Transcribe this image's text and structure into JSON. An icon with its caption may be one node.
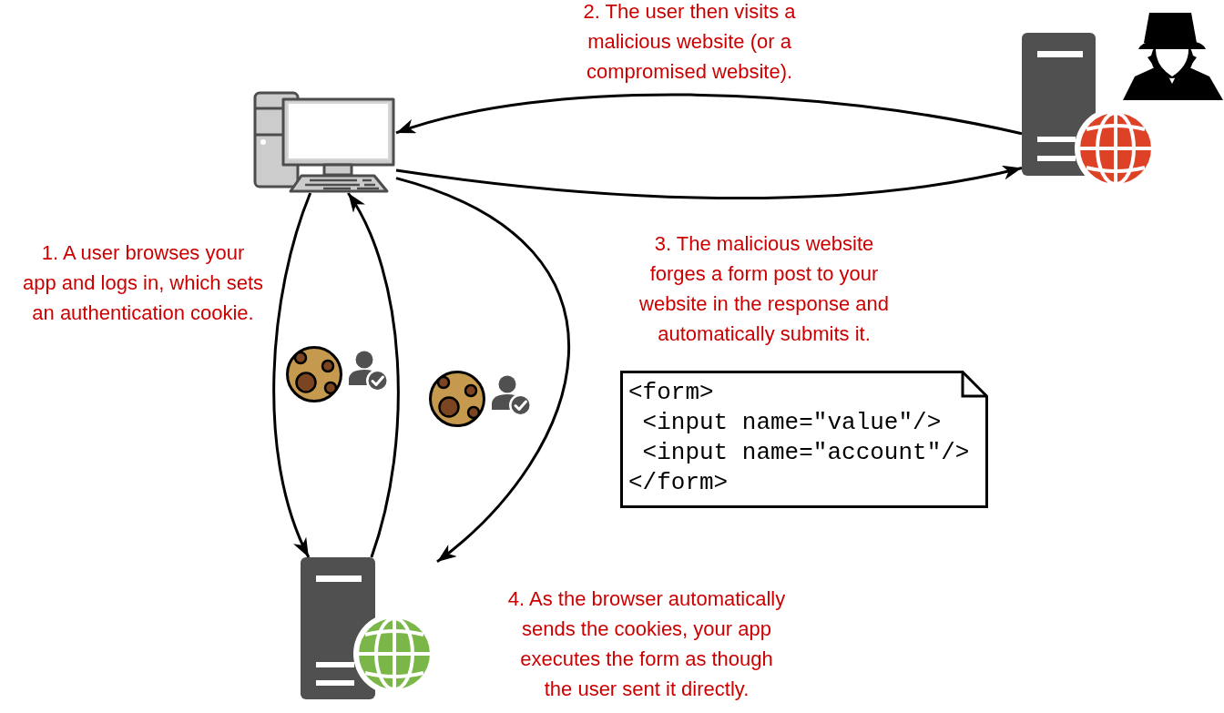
{
  "diagram": {
    "nodes": [
      {
        "text": [],
        "shape": "picture"
      },
      {
        "text": [],
        "shape": "picture"
      },
      {
        "text": [
          "<form>",
          "<input name=\"value\"/>",
          "<input name=\"account\"/>",
          "</form>"
        ]
      },
      {
        "text": [],
        "shape": "picture"
      }
    ],
    "edges": [
      {
        "from": 1,
        "to": 0,
        "arrow": "to"
      },
      {
        "from": 0,
        "to": 1,
        "arrow": "to"
      },
      {
        "from": 0,
        "to": 3,
        "arrow": "to"
      },
      {
        "from": 3,
        "to": 0,
        "arrow": "to"
      },
      {
        "from": 0,
        "to": 3,
        "arrow": "to"
      }
    ],
    "labels": [
      "2. The user then visits a malicious website (or a compromised website).",
      "1. A user browses your app and logs in, which sets an authentication cookie.",
      "3. The malicious website forges a form post to your website in the response and automatically submits it.",
      "4. As the browser automatically sends the cookies, your app executes the form as though the user sent it directly."
    ]
  }
}
